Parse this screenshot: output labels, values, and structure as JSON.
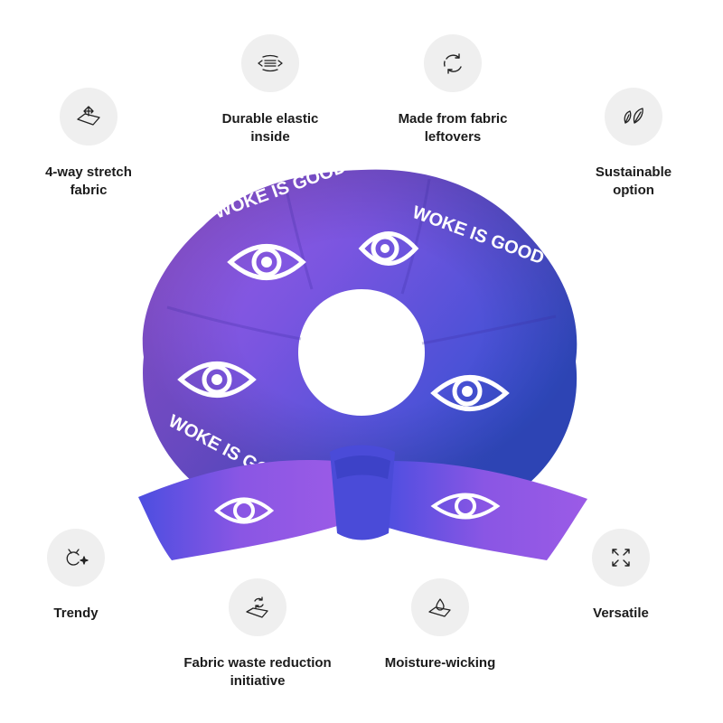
{
  "features": [
    {
      "id": "stretch",
      "icon": "four-way-stretch-icon",
      "lines": [
        "4-way stretch",
        "fabric"
      ]
    },
    {
      "id": "elastic",
      "icon": "elastic-band-icon",
      "lines": [
        "Durable elastic",
        "inside"
      ]
    },
    {
      "id": "leftovers",
      "icon": "recycle-arrows-icon",
      "lines": [
        "Made from fabric",
        "leftovers"
      ]
    },
    {
      "id": "sustainable",
      "icon": "leaves-icon",
      "lines": [
        "Sustainable",
        "option"
      ]
    },
    {
      "id": "trendy",
      "icon": "trendy-sparkle-icon",
      "lines": [
        "Trendy"
      ]
    },
    {
      "id": "waste",
      "icon": "fabric-recycle-icon",
      "lines": [
        "Fabric waste reduction",
        "initiative"
      ]
    },
    {
      "id": "moisture",
      "icon": "water-drop-fabric-icon",
      "lines": [
        "Moisture-wicking"
      ]
    },
    {
      "id": "versatile",
      "icon": "expand-arrows-icon",
      "lines": [
        "Versatile"
      ]
    }
  ],
  "product": {
    "print_text": "WOKE IS GOOD",
    "colors": {
      "purple": "#a35ce6",
      "violet": "#7a55e0",
      "blue": "#3b4fd6",
      "deep_blue": "#2450c9"
    }
  }
}
